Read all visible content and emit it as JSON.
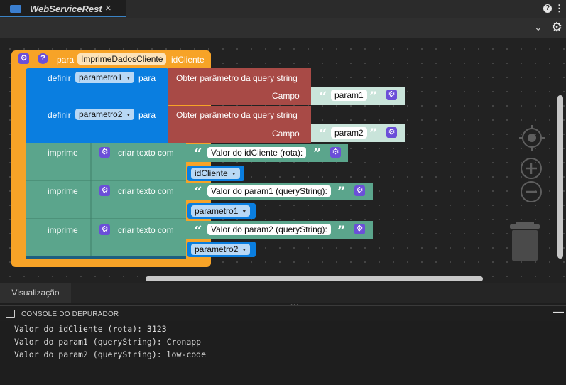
{
  "tab": {
    "title": "WebServiceRest",
    "close": "×",
    "icon": "file-icon"
  },
  "top_right": {
    "help": "?",
    "more": "⋮"
  },
  "toolbar": {
    "collapse": "⌄",
    "settings": "⚙"
  },
  "block": {
    "header_prefix": "para",
    "function_name": "ImprimeDadosCliente",
    "param": "idCliente",
    "rows": [
      {
        "label": "definir",
        "var": "parametro1",
        "to": "para",
        "call": "Obter parâmetro da query string",
        "field_label": "Campo",
        "field_value": "param1"
      },
      {
        "label": "definir",
        "var": "parametro2",
        "to": "para",
        "call": "Obter parâmetro da query string",
        "field_label": "Campo",
        "field_value": "param2"
      }
    ],
    "prints": [
      {
        "label": "imprime",
        "create": "criar texto com",
        "text": "Valor do idCliente (rota):",
        "var": "idCliente"
      },
      {
        "label": "imprime",
        "create": "criar texto com",
        "text": "Valor do param1 (queryString):",
        "var": "parametro1"
      },
      {
        "label": "imprime",
        "create": "criar texto com",
        "text": "Valor do param2 (queryString):",
        "var": "parametro2"
      }
    ]
  },
  "colors": {
    "function": "#f7a327",
    "variable": "#0a7ee0",
    "query": "#a84a46",
    "query_field": "#c9e4da",
    "text": "#5ba58c",
    "gear": "#6b4fd8"
  },
  "panel": {
    "viz_tab": "Visualização",
    "console_title": "CONSOLE DO DEPURADOR",
    "minimize": "—"
  },
  "console": [
    "Valor do idCliente (rota): 3123",
    "Valor do param1 (queryString): Cronapp",
    "Valor do param2 (queryString): low-code"
  ]
}
